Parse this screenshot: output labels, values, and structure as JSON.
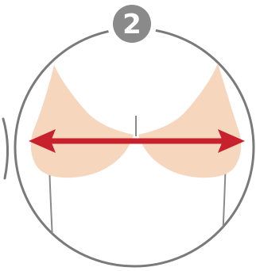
{
  "step": {
    "number": "2"
  },
  "illustration": {
    "subject": "bust-measurement-figure",
    "arrow": "double-headed-horizontal-arrow"
  },
  "colors": {
    "background": "#ffffff",
    "outline": "#7a7a7a",
    "figure_line": "#8a8a8a",
    "cup_fill": "#f6d7bd",
    "arrow": "#c7212e",
    "badge_fill": "#8a8a8a",
    "badge_text": "#ffffff"
  }
}
